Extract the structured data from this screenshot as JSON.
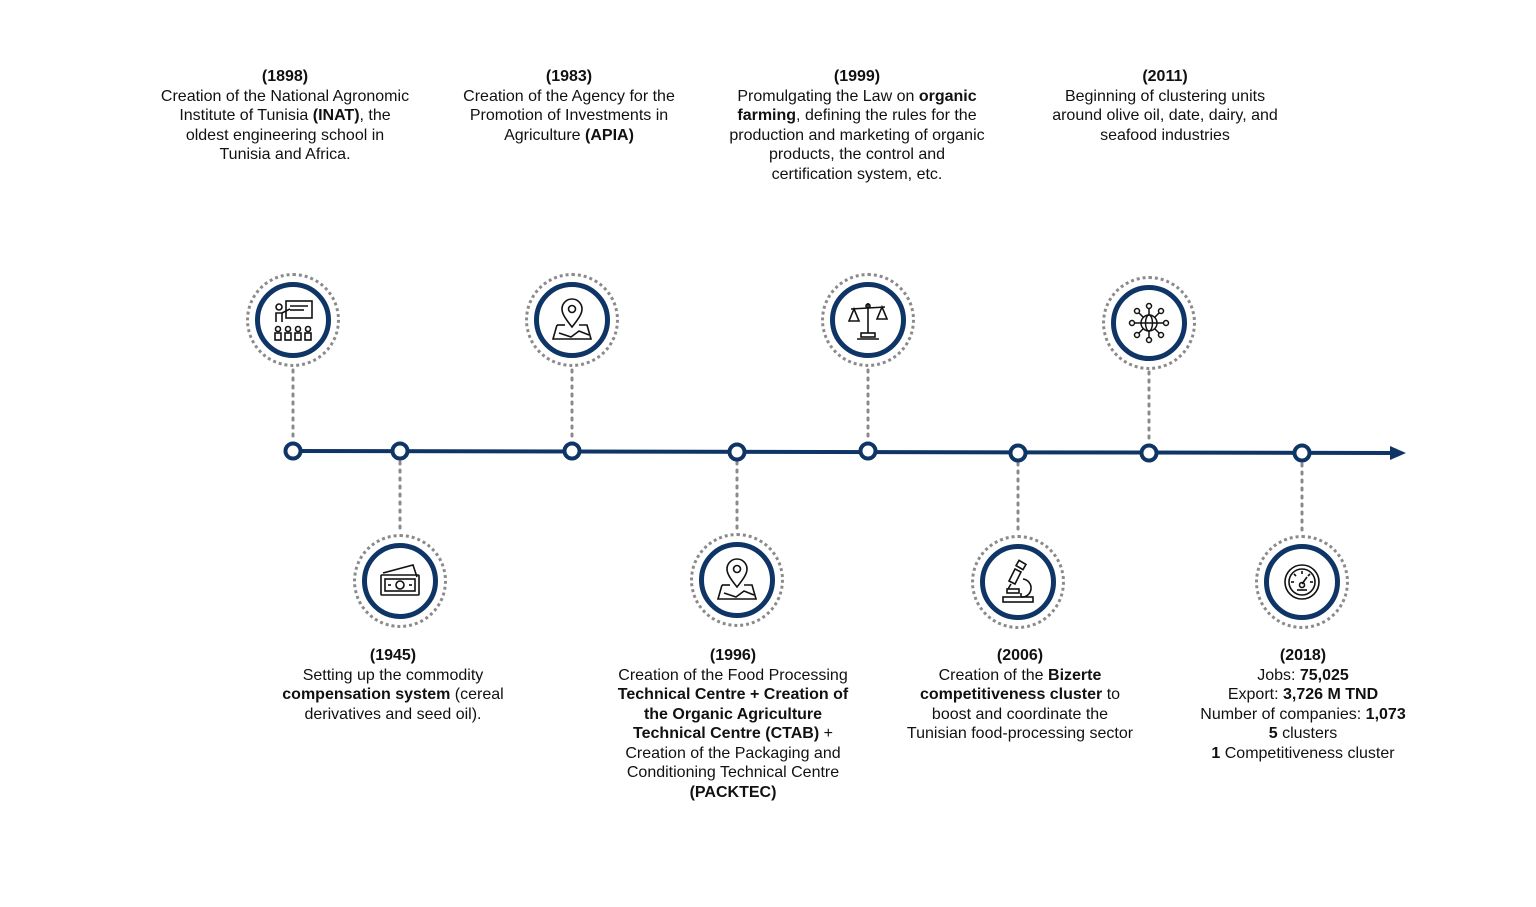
{
  "events": [
    {
      "id": "1898",
      "year": "(1898)",
      "icon": "teacher-presentation-icon",
      "segments": [
        {
          "t": "Creation of the National Agronomic Institute of Tunisia ",
          "b": false
        },
        {
          "t": "(INAT)",
          "b": true
        },
        {
          "t": ", the oldest engineering school in Tunisia and Africa.",
          "b": false
        }
      ]
    },
    {
      "id": "1945",
      "year": "(1945)",
      "icon": "money-banknote-icon",
      "segments": [
        {
          "t": "Setting up the commodity ",
          "b": false
        },
        {
          "t": "compensation system",
          "b": true
        },
        {
          "t": " (cereal derivatives and seed oil).",
          "b": false
        }
      ]
    },
    {
      "id": "1983",
      "year": "(1983)",
      "icon": "map-location-pin-icon",
      "segments": [
        {
          "t": "Creation of the Agency for the Promotion of Investments in Agriculture ",
          "b": false
        },
        {
          "t": "(APIA)",
          "b": true
        }
      ]
    },
    {
      "id": "1996",
      "year": "(1996)",
      "icon": "map-location-pin-icon",
      "segments": [
        {
          "t": "Creation of the Food Processing ",
          "b": false
        },
        {
          "t": "Technical Centre + Creation of the Organic Agriculture Technical Centre (CTAB)",
          "b": true
        },
        {
          "t": " + Creation of the Packaging and Conditioning Technical Centre ",
          "b": false
        },
        {
          "t": "(PACKTEC)",
          "b": true
        }
      ]
    },
    {
      "id": "1999",
      "year": "(1999)",
      "icon": "balance-scale-icon",
      "segments": [
        {
          "t": "Promulgating the Law on ",
          "b": false
        },
        {
          "t": "organic farming",
          "b": true
        },
        {
          "t": ", defining the rules for the production and marketing of organic products, the control and certification system, etc.",
          "b": false
        }
      ]
    },
    {
      "id": "2006",
      "year": "(2006)",
      "icon": "microscope-icon",
      "segments": [
        {
          "t": "Creation of the ",
          "b": false
        },
        {
          "t": "Bizerte competitiveness cluster",
          "b": true
        },
        {
          "t": " to boost and coordinate the Tunisian food-processing sector",
          "b": false
        }
      ]
    },
    {
      "id": "2011",
      "year": "(2011)",
      "icon": "global-network-icon",
      "segments": [
        {
          "t": "Beginning of clustering units around olive oil, date, dairy, and seafood industries",
          "b": false
        }
      ]
    },
    {
      "id": "2018",
      "year": "(2018)",
      "icon": "speedometer-gauge-icon",
      "lines": [
        [
          {
            "t": "Jobs: ",
            "b": false
          },
          {
            "t": "75,025",
            "b": true
          }
        ],
        [
          {
            "t": "Export: ",
            "b": false
          },
          {
            "t": "3,726 M TND",
            "b": true
          }
        ],
        [
          {
            "t": "Number of companies: ",
            "b": false
          },
          {
            "t": "1,073",
            "b": true
          }
        ],
        [
          {
            "t": "5",
            "b": true
          },
          {
            "t": " clusters",
            "b": false
          }
        ],
        [
          {
            "t": "1",
            "b": true
          },
          {
            "t": " Competitiveness cluster",
            "b": false
          }
        ]
      ]
    }
  ],
  "colors": {
    "accent": "#0e3566",
    "dots": "#8a8a8a"
  }
}
